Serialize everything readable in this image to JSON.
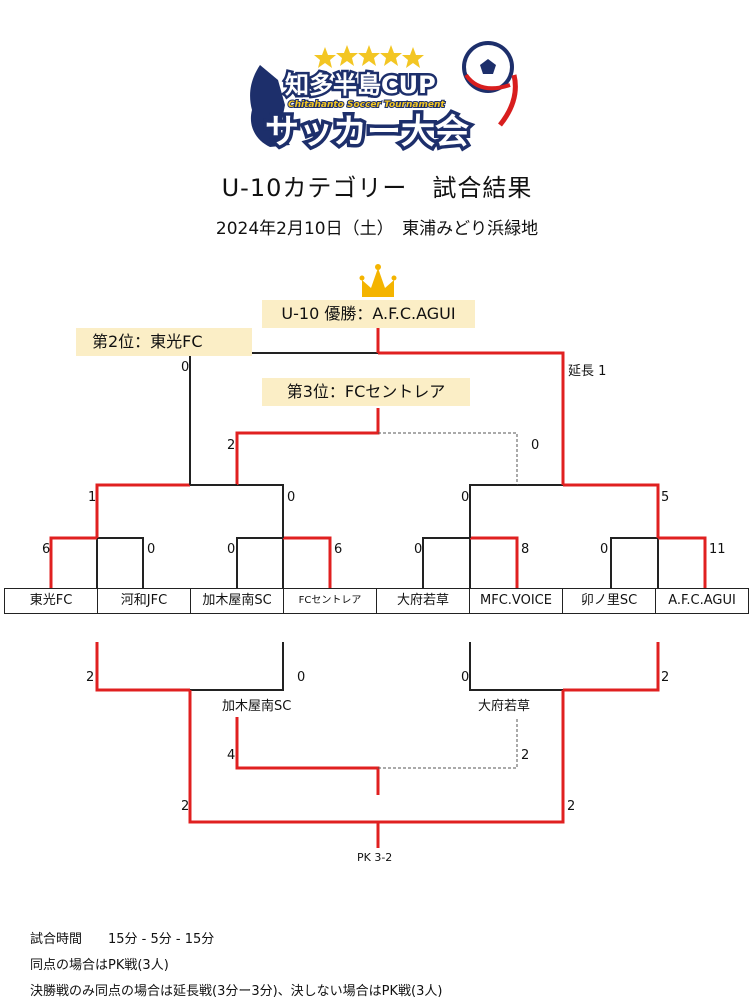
{
  "logo": {
    "line1": "知多半島CUP",
    "line2": "Chitahanto Soccer Tournament",
    "line3": "サッカー大会",
    "accent": "#1d2f6b",
    "gold": "#f3c623",
    "red": "#d81e1e"
  },
  "title": "U-10カテゴリー　試合結果",
  "subtitle": "2024年2月10日（土）　東浦みどり浜緑地",
  "banners": {
    "winner": "U-10 優勝：A.F.C.AGUI",
    "second": "第2位：東光FC",
    "third": "第3位：FCセントレア"
  },
  "teams": [
    "東光FC",
    "河和JFC",
    "加木屋南SC",
    "FCセントレア",
    "大府若草",
    "MFC.VOICE",
    "卯ノ里SC",
    "A.F.C.AGUI"
  ],
  "upper_scores": {
    "r1": [
      "6",
      "0",
      "0",
      "6",
      "0",
      "8",
      "0",
      "11"
    ],
    "r2": [
      "1",
      "0",
      "0",
      "5"
    ],
    "third_left": "2",
    "third_right": "0",
    "final_left": "0",
    "final_right": "延長 1"
  },
  "lower": {
    "r1": [
      "2",
      "0",
      "0",
      "2"
    ],
    "semi_labels": [
      "加木屋南SC",
      "大府若草"
    ],
    "semi_scores": [
      "4",
      "2"
    ],
    "final_scores": [
      "2",
      "2"
    ],
    "pk": "PK 3-2"
  },
  "notes": [
    "試合時間　　15分 - 5分 - 15分",
    "同点の場合はPK戦(3人)",
    "決勝戦のみ同点の場合は延長戦(3分ー3分)、決しない場合はPK戦(3人)"
  ],
  "colors": {
    "win_line": "#e02020",
    "line": "#222222",
    "banner_bg": "#fbeec6",
    "crown": "#f4b400"
  }
}
